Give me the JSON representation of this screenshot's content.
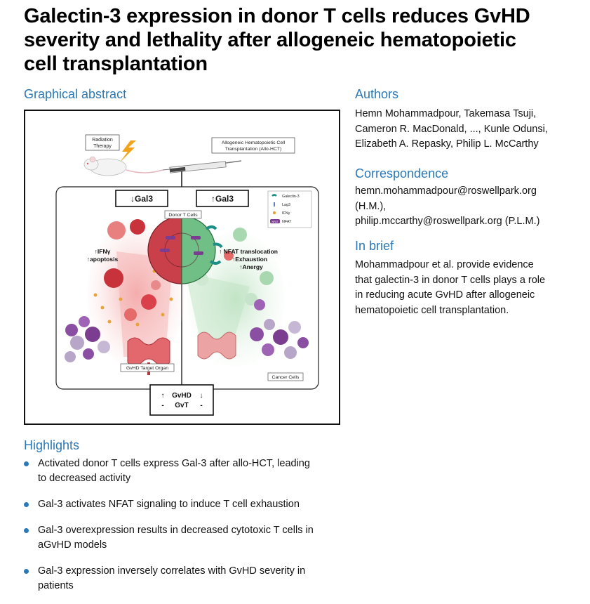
{
  "title_lines": [
    "Galectin-3 expression in donor T cells reduces GvHD",
    "severity and lethality after allogeneic hematopoietic",
    "cell transplantation"
  ],
  "sections": {
    "graphical_abstract": "Graphical abstract",
    "authors": "Authors",
    "correspondence": "Correspondence",
    "in_brief": "In brief",
    "highlights": "Highlights"
  },
  "authors_lines": [
    "Hemn Mohammadpour, Takemasa Tsuji,",
    "Cameron R. MacDonald, ..., Kunle Odunsi,",
    "Elizabeth A. Repasky, Philip L. McCarthy"
  ],
  "correspondence_lines": [
    "hemn.mohammadpour@roswellpark.org",
    "(H.M.),",
    "philip.mccarthy@roswellpark.org (P.L.M.)"
  ],
  "in_brief_lines": [
    "Mohammadpour et al. provide evidence",
    "that galectin-3 in donor T cells plays a role",
    "in reducing acute GvHD after allogeneic",
    "hematopoietic cell transplantation."
  ],
  "highlights": [
    {
      "lines": [
        "Activated donor T cells express Gal-3 after allo-HCT, leading",
        "to decreased activity"
      ]
    },
    {
      "lines": [
        "Gal-3 activates NFAT signaling to induce T cell exhaustion"
      ]
    },
    {
      "lines": [
        "Gal-3 overexpression results in decreased cytotoxic T cells in",
        "aGvHD models"
      ]
    },
    {
      "lines": [
        "Gal-3 expression inversely correlates with GvHD severity in",
        "patients"
      ]
    }
  ],
  "abstract_figure": {
    "radiation_label": [
      "Radiation",
      "Therapy"
    ],
    "transplant_label": [
      "Allogeneic Hematopoietic Cell",
      "Transplantation (Allo-HCT)"
    ],
    "gal3_down": "↓Gal3",
    "gal3_up": "↑Gal3",
    "donor_t_cells": "Donor T Cells",
    "legend": [
      "Galectin-3",
      "Lag3",
      "IFNγ",
      "NFAT"
    ],
    "legend_nfat_tag": "NFAT",
    "left_effects": [
      "↑IFNγ",
      "↑apoptosis"
    ],
    "right_effects": [
      "↑ NFAT translocation",
      "↑Exhaustion",
      "↑Anergy"
    ],
    "gvhd_target_organ": "GvHD Target Organ",
    "cancer_cells": "Cancer Cells",
    "outcome_row1": [
      "↑",
      "GvHD",
      "↓"
    ],
    "outcome_row2": [
      "-",
      "GvT",
      "-"
    ],
    "colors": {
      "accent": "#2b78b4",
      "red": "#d9303a",
      "green": "#7cc48a",
      "purple": "#7a3d8f",
      "orange": "#e8a33a",
      "teal": "#1e8f86"
    }
  }
}
